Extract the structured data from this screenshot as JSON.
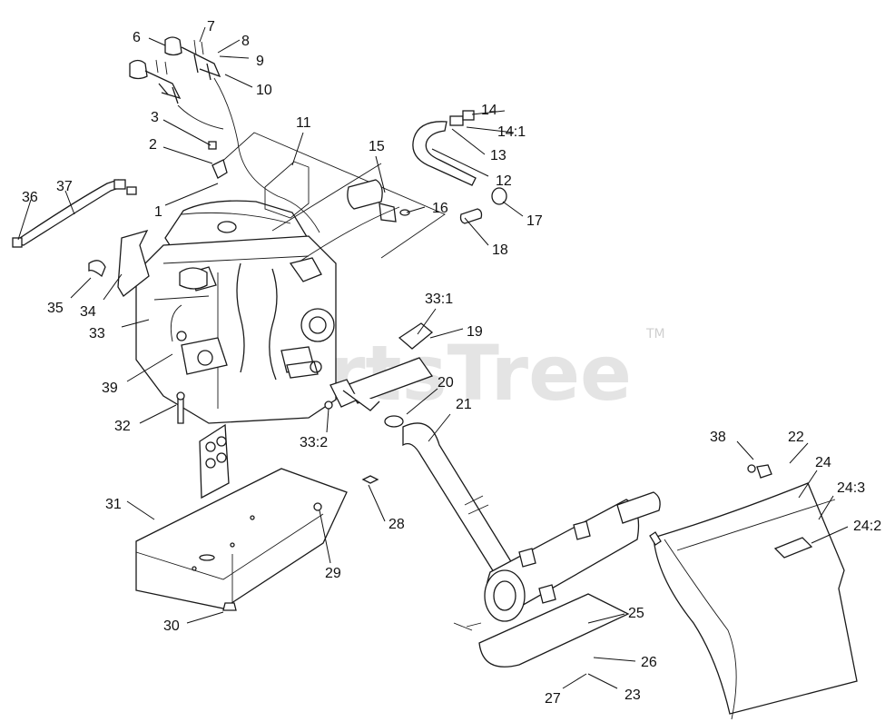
{
  "watermark": {
    "text": "PartsTree",
    "mark": "TM"
  },
  "callouts": [
    {
      "id": "c1",
      "text": "1"
    },
    {
      "id": "c2",
      "text": "2"
    },
    {
      "id": "c3",
      "text": "3"
    },
    {
      "id": "c6",
      "text": "6"
    },
    {
      "id": "c7",
      "text": "7"
    },
    {
      "id": "c8",
      "text": "8"
    },
    {
      "id": "c9",
      "text": "9"
    },
    {
      "id": "c10",
      "text": "10"
    },
    {
      "id": "c11",
      "text": "11"
    },
    {
      "id": "c12",
      "text": "12"
    },
    {
      "id": "c13",
      "text": "13"
    },
    {
      "id": "c14",
      "text": "14"
    },
    {
      "id": "c14_1",
      "text": "14:1"
    },
    {
      "id": "c15",
      "text": "15"
    },
    {
      "id": "c16",
      "text": "16"
    },
    {
      "id": "c17",
      "text": "17"
    },
    {
      "id": "c18",
      "text": "18"
    },
    {
      "id": "c19",
      "text": "19"
    },
    {
      "id": "c20",
      "text": "20"
    },
    {
      "id": "c21",
      "text": "21"
    },
    {
      "id": "c22",
      "text": "22"
    },
    {
      "id": "c23",
      "text": "23"
    },
    {
      "id": "c24",
      "text": "24"
    },
    {
      "id": "c24_2",
      "text": "24:2"
    },
    {
      "id": "c24_3",
      "text": "24:3"
    },
    {
      "id": "c25",
      "text": "25"
    },
    {
      "id": "c26",
      "text": "26"
    },
    {
      "id": "c27",
      "text": "27"
    },
    {
      "id": "c28",
      "text": "28"
    },
    {
      "id": "c29",
      "text": "29"
    },
    {
      "id": "c30",
      "text": "30"
    },
    {
      "id": "c31",
      "text": "31"
    },
    {
      "id": "c32",
      "text": "32"
    },
    {
      "id": "c33",
      "text": "33"
    },
    {
      "id": "c33_1",
      "text": "33:1"
    },
    {
      "id": "c33_2",
      "text": "33:2"
    },
    {
      "id": "c34",
      "text": "34"
    },
    {
      "id": "c35",
      "text": "35"
    },
    {
      "id": "c36",
      "text": "36"
    },
    {
      "id": "c37",
      "text": "37"
    },
    {
      "id": "c38",
      "text": "38"
    },
    {
      "id": "c39",
      "text": "39"
    }
  ]
}
